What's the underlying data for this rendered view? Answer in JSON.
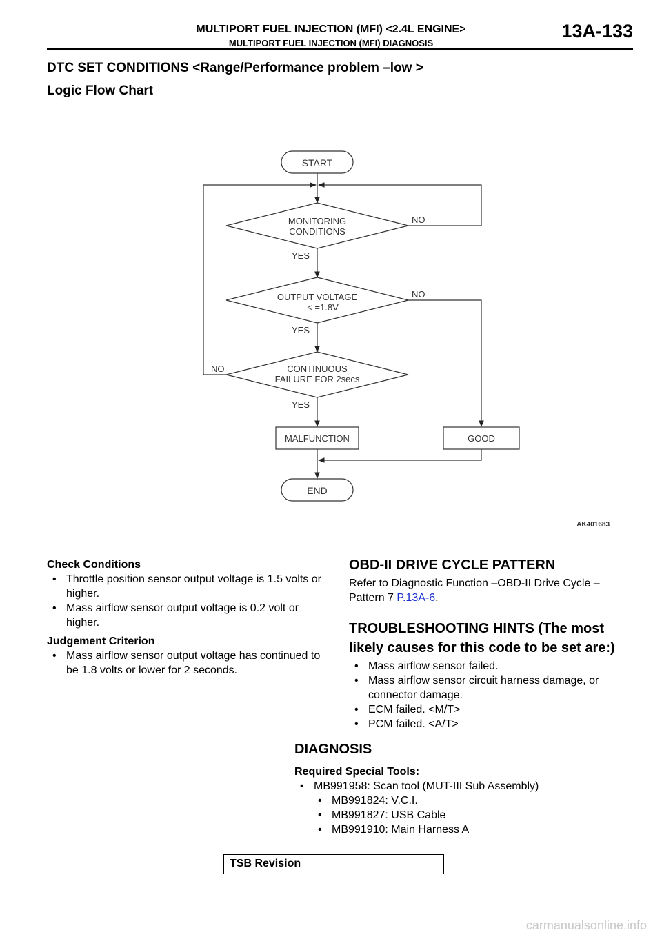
{
  "header": {
    "title_line1": "MULTIPORT FUEL INJECTION (MFI) <2.4L ENGINE>",
    "title_line2": "MULTIPORT FUEL INJECTION (MFI) DIAGNOSIS",
    "page_number": "13A-133"
  },
  "section_title": "DTC SET CONDITIONS <Range/Performance problem –low >",
  "subsection_title": "Logic Flow Chart",
  "flowchart": {
    "start": "START",
    "end": "END",
    "decision1": [
      "MONITORING",
      "CONDITIONS"
    ],
    "decision2": [
      "OUTPUT VOLTAGE",
      "< =1.8V"
    ],
    "decision3": [
      "CONTINUOUS",
      "FAILURE FOR 2secs"
    ],
    "yes_label": "YES",
    "no_label": "NO",
    "malfunction": "MALFUNCTION",
    "good": "GOOD",
    "figure_id": "AK401683"
  },
  "check_conditions": {
    "heading": "Check Conditions",
    "items": [
      "Throttle position sensor output voltage is 1.5 volts or higher.",
      "Mass airflow sensor output voltage is 0.2 volt or higher."
    ]
  },
  "judgement": {
    "heading": "Judgement Criterion",
    "items": [
      "Mass airflow sensor output voltage has continued to be 1.8 volts or lower for 2 seconds."
    ]
  },
  "obd": {
    "heading": "OBD-II DRIVE CYCLE PATTERN",
    "text": "Refer to Diagnostic Function –OBD-II Drive Cycle – Pattern 7 ",
    "link": "P.13A-6",
    "suffix": "."
  },
  "troubleshooting": {
    "heading_line1": "TROUBLESHOOTING HINTS (The most",
    "heading_line2": "likely causes for this code to be set are:)",
    "items": [
      "Mass airflow sensor failed.",
      "Mass airflow sensor circuit harness damage, or connector damage.",
      "ECM failed. <M/T>",
      "PCM failed. <A/T>"
    ]
  },
  "diagnosis": {
    "heading": "DIAGNOSIS",
    "tools_heading": "Required Special Tools:",
    "tool": "MB991958: Scan tool (MUT-III Sub Assembly)",
    "sub_items": [
      "MB991824: V.C.I.",
      "MB991827: USB Cable",
      "MB991910: Main Harness A"
    ]
  },
  "bullet": "•",
  "tsb_label": "TSB Revision",
  "watermark": "carmanualsonline.info"
}
